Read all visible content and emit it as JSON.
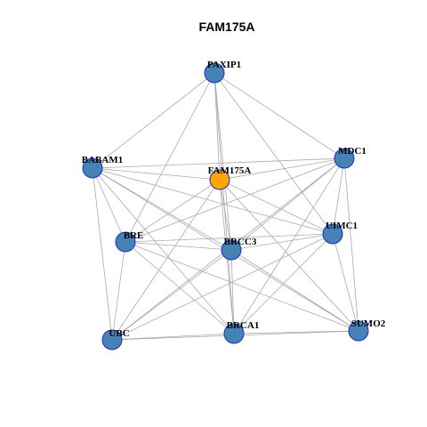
{
  "title": "FAM175A",
  "colors": {
    "background": "#ffffff",
    "edge": "#aaaaaa",
    "node_fill": "#4682b4",
    "node_stroke": "#1a2fc4",
    "center_node_fill": "#ffa500",
    "center_node_stroke": "#1a2fc4",
    "label": "#000000"
  },
  "network": {
    "center_node": "FAM175A",
    "nodes": [
      {
        "id": "PAXIP1",
        "label": "PAXIP1"
      },
      {
        "id": "BABAM1",
        "label": "BABAM1"
      },
      {
        "id": "FAM175A",
        "label": "FAM175A"
      },
      {
        "id": "MDC1",
        "label": "MDC1"
      },
      {
        "id": "BRE",
        "label": "BRE"
      },
      {
        "id": "BRCC3",
        "label": "BRCC3"
      },
      {
        "id": "UIMC1",
        "label": "UIMC1"
      },
      {
        "id": "UBC",
        "label": "UBC"
      },
      {
        "id": "BRCA1",
        "label": "BRCA1"
      },
      {
        "id": "SUMO2",
        "label": "SUMO2"
      }
    ],
    "edges": [
      [
        "PAXIP1",
        "BABAM1"
      ],
      [
        "PAXIP1",
        "FAM175A"
      ],
      [
        "PAXIP1",
        "MDC1"
      ],
      [
        "PAXIP1",
        "BRE"
      ],
      [
        "PAXIP1",
        "BRCC3"
      ],
      [
        "PAXIP1",
        "UIMC1"
      ],
      [
        "PAXIP1",
        "BRCA1"
      ],
      [
        "BABAM1",
        "FAM175A"
      ],
      [
        "BABAM1",
        "MDC1"
      ],
      [
        "BABAM1",
        "BRE"
      ],
      [
        "BABAM1",
        "BRCC3"
      ],
      [
        "BABAM1",
        "UIMC1"
      ],
      [
        "BABAM1",
        "UBC"
      ],
      [
        "BABAM1",
        "BRCA1"
      ],
      [
        "BABAM1",
        "SUMO2"
      ],
      [
        "FAM175A",
        "MDC1"
      ],
      [
        "FAM175A",
        "BRE"
      ],
      [
        "FAM175A",
        "BRCC3"
      ],
      [
        "FAM175A",
        "UIMC1"
      ],
      [
        "FAM175A",
        "UBC"
      ],
      [
        "FAM175A",
        "BRCA1"
      ],
      [
        "FAM175A",
        "SUMO2"
      ],
      [
        "MDC1",
        "BRE"
      ],
      [
        "MDC1",
        "BRCC3"
      ],
      [
        "MDC1",
        "UIMC1"
      ],
      [
        "MDC1",
        "UBC"
      ],
      [
        "MDC1",
        "BRCA1"
      ],
      [
        "MDC1",
        "SUMO2"
      ],
      [
        "BRE",
        "BRCC3"
      ],
      [
        "BRE",
        "UIMC1"
      ],
      [
        "BRE",
        "UBC"
      ],
      [
        "BRE",
        "BRCA1"
      ],
      [
        "BRE",
        "SUMO2"
      ],
      [
        "BRCC3",
        "UIMC1"
      ],
      [
        "BRCC3",
        "UBC"
      ],
      [
        "BRCC3",
        "BRCA1"
      ],
      [
        "BRCC3",
        "SUMO2"
      ],
      [
        "UIMC1",
        "UBC"
      ],
      [
        "UIMC1",
        "BRCA1"
      ],
      [
        "UIMC1",
        "SUMO2"
      ],
      [
        "UBC",
        "BRCA1"
      ],
      [
        "UBC",
        "SUMO2"
      ],
      [
        "BRCA1",
        "SUMO2"
      ]
    ]
  }
}
